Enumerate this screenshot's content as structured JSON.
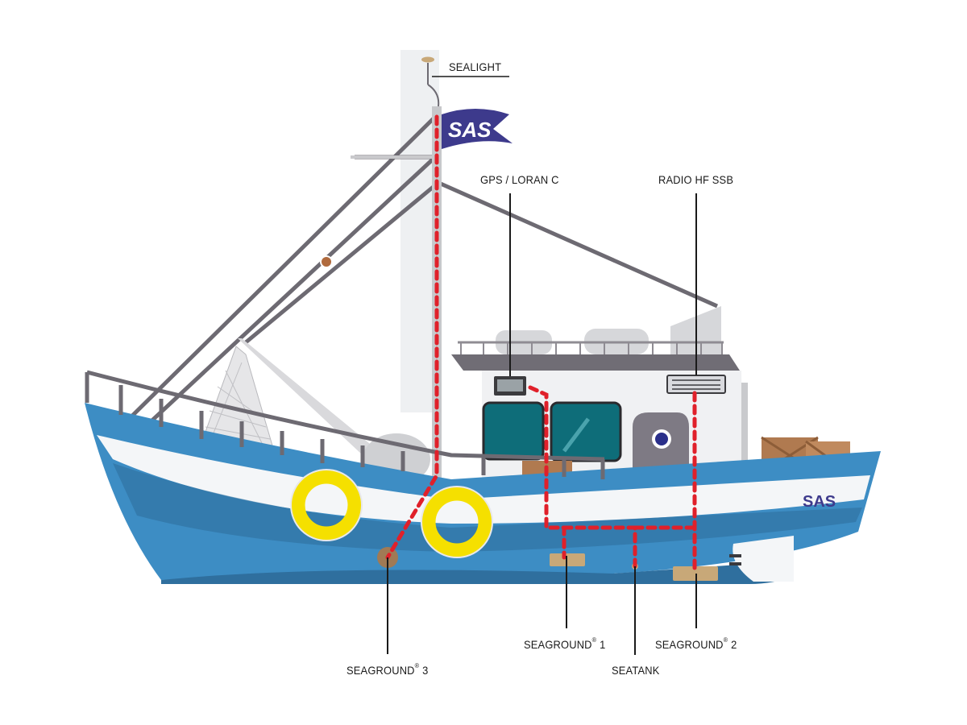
{
  "brand": {
    "flag_text": "SAS",
    "hull_text": "SAS"
  },
  "labels": {
    "sealight": "SEALIGHT",
    "gps_loran": "GPS / LORAN C",
    "radio_hf": "RADIO HF SSB",
    "seaground1_pre": "SEAGROUND",
    "seaground1_num": "1",
    "seaground2_pre": "SEAGROUND",
    "seaground2_num": "2",
    "seaground3_pre": "SEAGROUND",
    "seaground3_num": "3",
    "registered_mark": "®",
    "seatank": "SEATANK"
  },
  "colors": {
    "hull_blue": "#3d8dc4",
    "hull_dark": "#2f6f9e",
    "stripe_white": "#f4f6f8",
    "rail_gray": "#6d6a72",
    "cabin_white": "#f0f1f3",
    "window_teal": "#0e6d79",
    "ground_path_red": "#e0202a",
    "flag_navy": "#3d3a8c",
    "lifebuoy_yellow": "#f5e000",
    "crate_brown": "#b07a50"
  }
}
